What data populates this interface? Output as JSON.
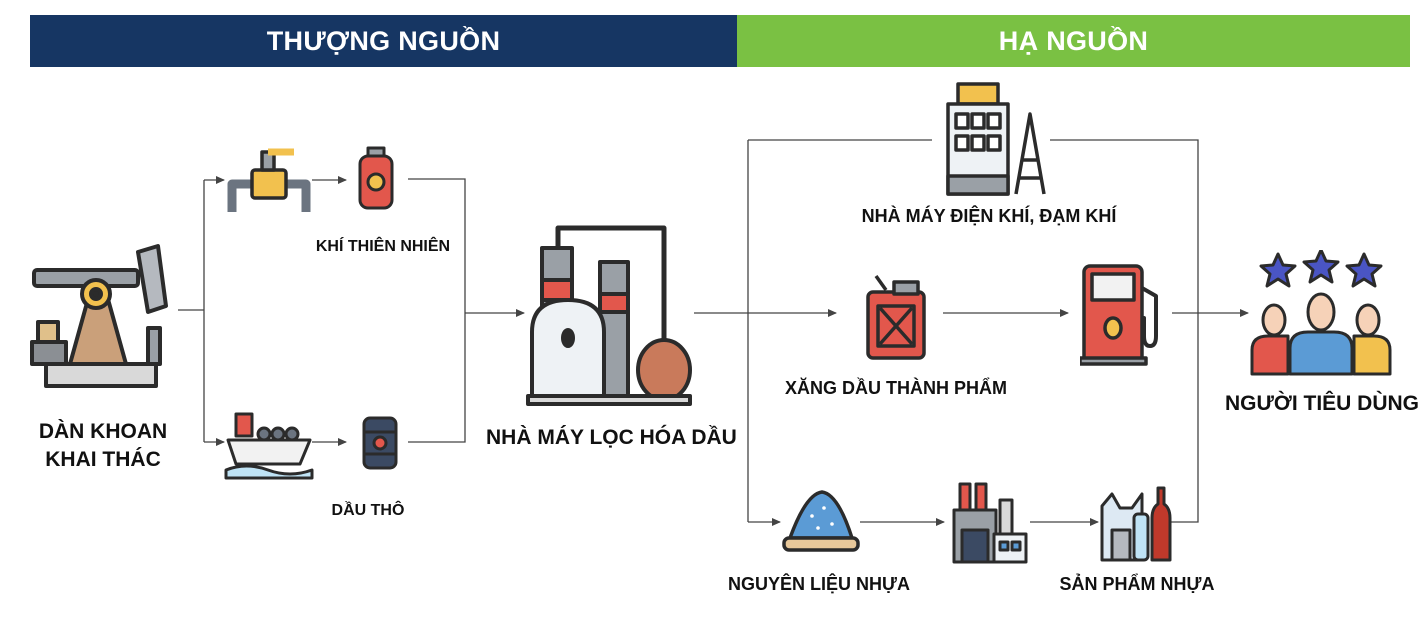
{
  "header": {
    "upstream": "THƯỢNG NGUỒN",
    "downstream": "HẠ NGUỒN"
  },
  "nodes": {
    "rig": {
      "line1": "DÀN KHOAN",
      "line2": "KHAI THÁC",
      "icon": "oil-pumpjack-icon"
    },
    "gas": {
      "label": "KHÍ THIÊN NHIÊN",
      "icons": [
        "gas-pipeline-icon",
        "gas-cylinder-icon"
      ]
    },
    "crude": {
      "label": "DẦU THÔ",
      "icons": [
        "oil-tanker-ship-icon",
        "oil-barrel-icon"
      ]
    },
    "refinery": {
      "label": "NHÀ MÁY LỌC HÓA DẦU",
      "icon": "refinery-icon"
    },
    "power_plant": {
      "label": "NHÀ MÁY ĐIỆN KHÍ, ĐẠM KHÍ",
      "icon": "power-plant-icon"
    },
    "fuel": {
      "label": "XĂNG DẦU THÀNH PHẨM",
      "icons": [
        "jerrycan-icon",
        "fuel-pump-icon"
      ]
    },
    "plastic_material": {
      "label": "NGUYÊN LIỆU NHỰA",
      "icon": "plastic-pellets-icon"
    },
    "plastic_products": {
      "label": "SẢN PHẨM NHỰA",
      "icons": [
        "factory-icon",
        "plastic-products-icon"
      ]
    },
    "consumers": {
      "label": "NGƯỜI TIÊU DÙNG",
      "icon": "consumers-icon"
    }
  },
  "colors": {
    "upstream_band": "#163663",
    "downstream_band": "#7ac143",
    "connector": "#444444"
  }
}
